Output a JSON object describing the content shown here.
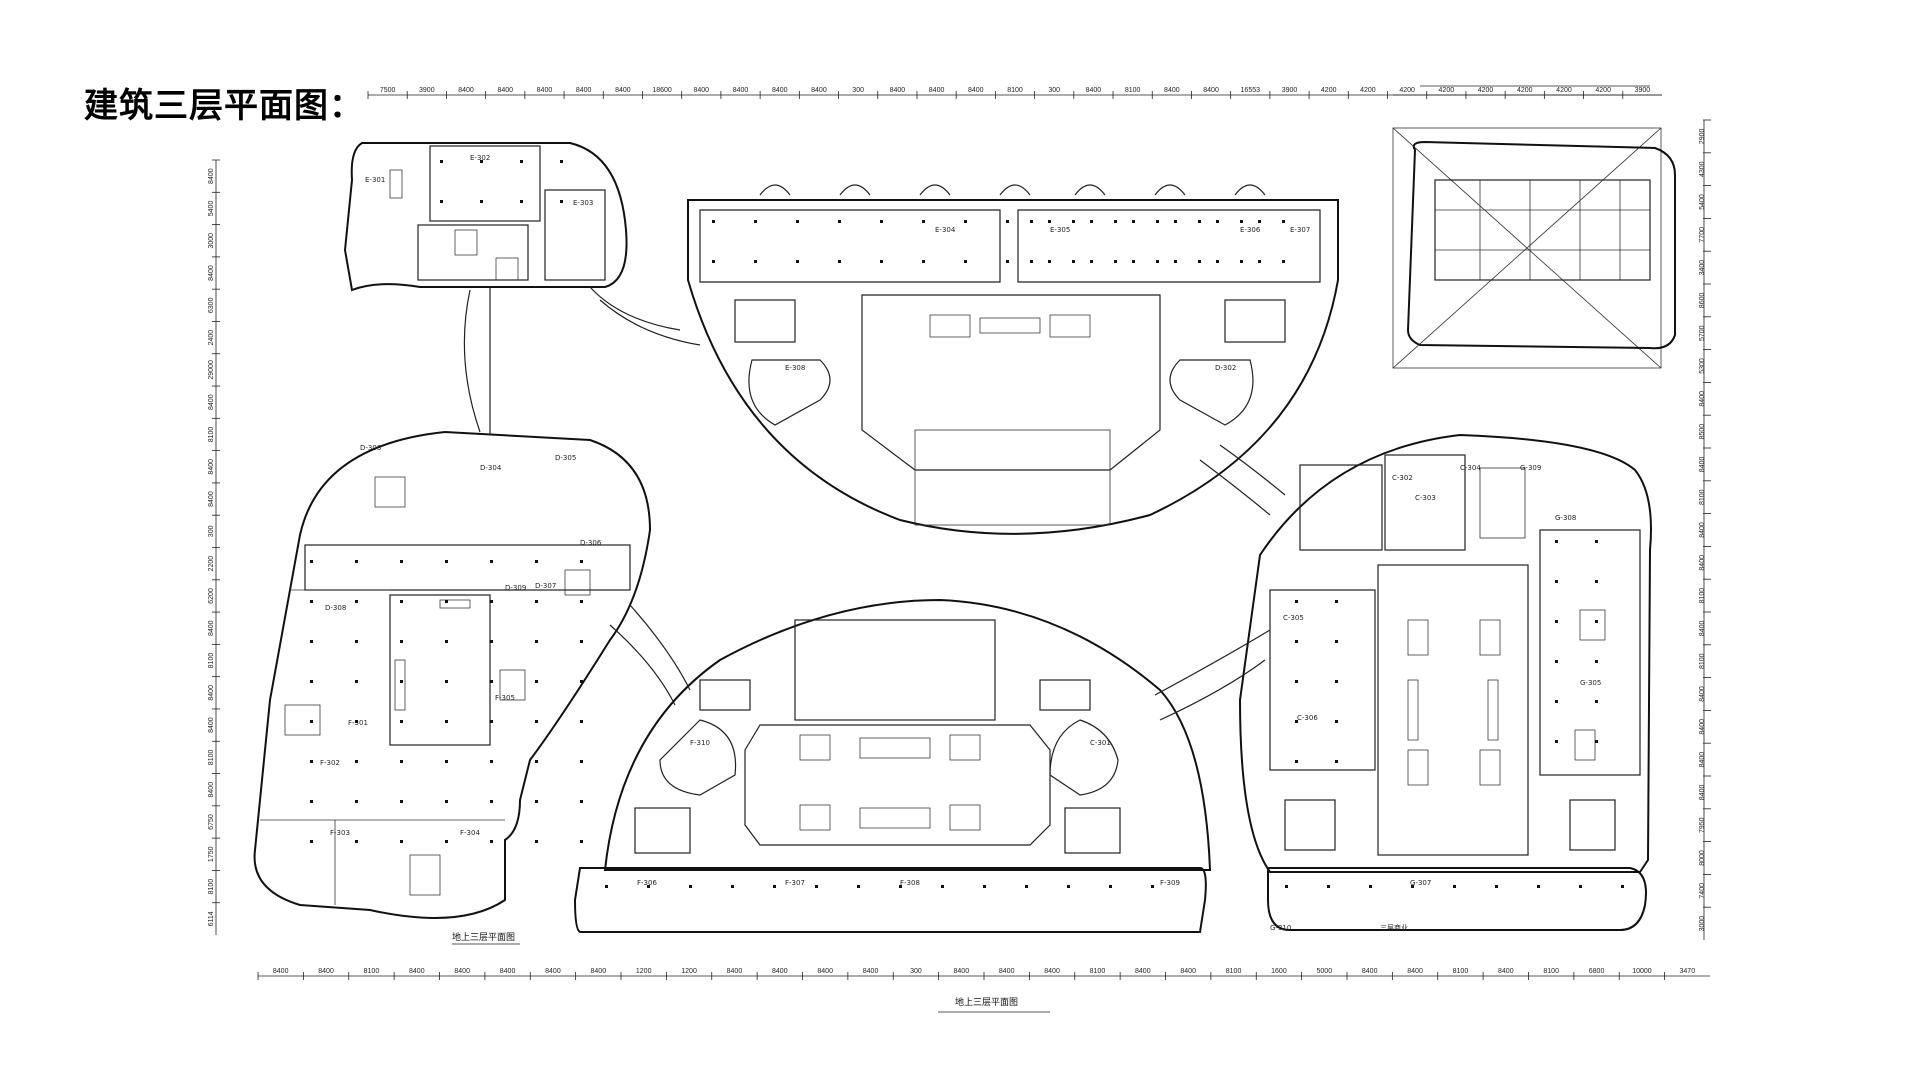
{
  "title": "建筑三层平面图：",
  "captions": {
    "left_block": "地上三层平面图",
    "bottom": "地上三层平面图"
  },
  "room_labels": [
    "E-302",
    "E-301",
    "E-303",
    "E-304",
    "E-305",
    "E-306",
    "E-307",
    "E-308",
    "D-302",
    "D-303",
    "D-304",
    "D-305",
    "D-306",
    "D-307",
    "D-308",
    "D-309",
    "F-301",
    "F-302",
    "F-303",
    "F-304",
    "F-305",
    "F-306",
    "F-307",
    "F-308",
    "F-309",
    "F-310",
    "C-301",
    "C-302",
    "C-303",
    "C-304",
    "C-305",
    "C-306",
    "G-305",
    "G-307",
    "G-308",
    "G-309",
    "G-310",
    "三层商业"
  ],
  "dims_top": [
    "7500",
    "3900",
    "8400",
    "8400",
    "8400",
    "8400",
    "8400",
    "18600",
    "8400",
    "8400",
    "8400",
    "8400",
    "300",
    "8400",
    "8400",
    "8400",
    "8100",
    "300",
    "8400",
    "8100",
    "8400",
    "8400",
    "16553",
    "3900",
    "4200",
    "4200",
    "4200",
    "4200",
    "4200",
    "4200",
    "4200",
    "4200",
    "3900"
  ],
  "dims_bottom": [
    "8400",
    "8400",
    "8100",
    "8400",
    "8400",
    "8400",
    "8400",
    "8400",
    "1200",
    "1200",
    "8400",
    "8400",
    "8400",
    "8400",
    "300",
    "8400",
    "8400",
    "8400",
    "8100",
    "8400",
    "8400",
    "8100",
    "1600",
    "5000",
    "8400",
    "8400",
    "8100",
    "8400",
    "8100",
    "6800",
    "10000",
    "3470"
  ],
  "dims_left": [
    "8400",
    "5400",
    "3000",
    "8400",
    "6300",
    "2400",
    "29000",
    "8400",
    "8100",
    "8400",
    "8400",
    "300",
    "2200",
    "6200",
    "8400",
    "8100",
    "8400",
    "8400",
    "8100",
    "8400",
    "6750",
    "1750",
    "8100",
    "6114"
  ],
  "dims_right": [
    "2900",
    "4300",
    "5400",
    "7700",
    "3400",
    "8600",
    "5700",
    "5300",
    "8400",
    "8500",
    "8400",
    "8100",
    "8400",
    "8400",
    "8100",
    "8400",
    "8100",
    "8400",
    "8400",
    "8400",
    "8400",
    "7950",
    "8000",
    "7400",
    "3000"
  ]
}
